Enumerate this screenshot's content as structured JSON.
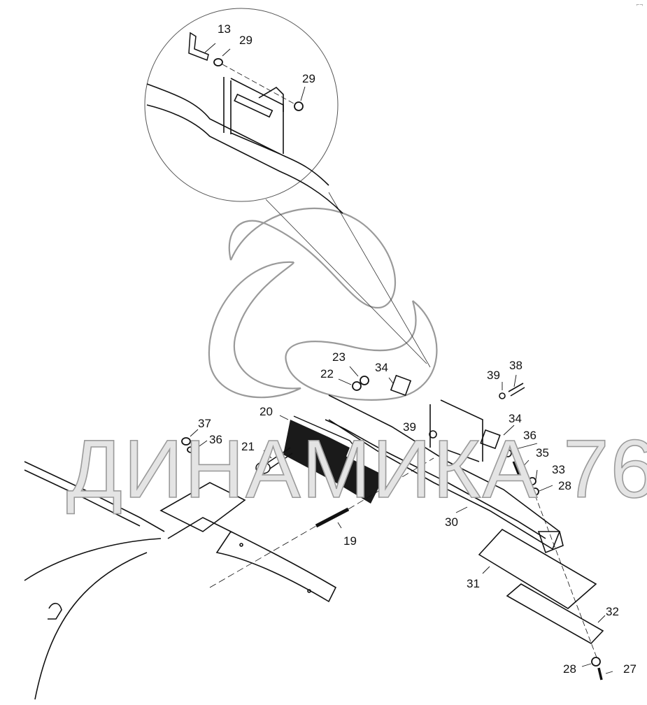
{
  "diagram": {
    "title": "Exploded parts diagram — step / footboard assembly",
    "watermark_text": "ДИНАМИКА 76",
    "corner_mark": "⌐¬",
    "colors": {
      "line": "#111111",
      "watermark": "#9a9a9a",
      "background": "#ffffff"
    },
    "callouts": {
      "c13": "13",
      "c29a": "29",
      "c29b": "29",
      "c23": "23",
      "c22": "22",
      "c34a": "34",
      "c39a": "39",
      "c38": "38",
      "c20": "20",
      "c21": "21",
      "c37": "37",
      "c36a": "36",
      "c39b": "39",
      "c34b": "34",
      "c36b": "36",
      "c35": "35",
      "c33": "33",
      "c28a": "28",
      "c19": "19",
      "c30": "30",
      "c31": "31",
      "c32": "32",
      "c28b": "28",
      "c27": "27"
    }
  }
}
